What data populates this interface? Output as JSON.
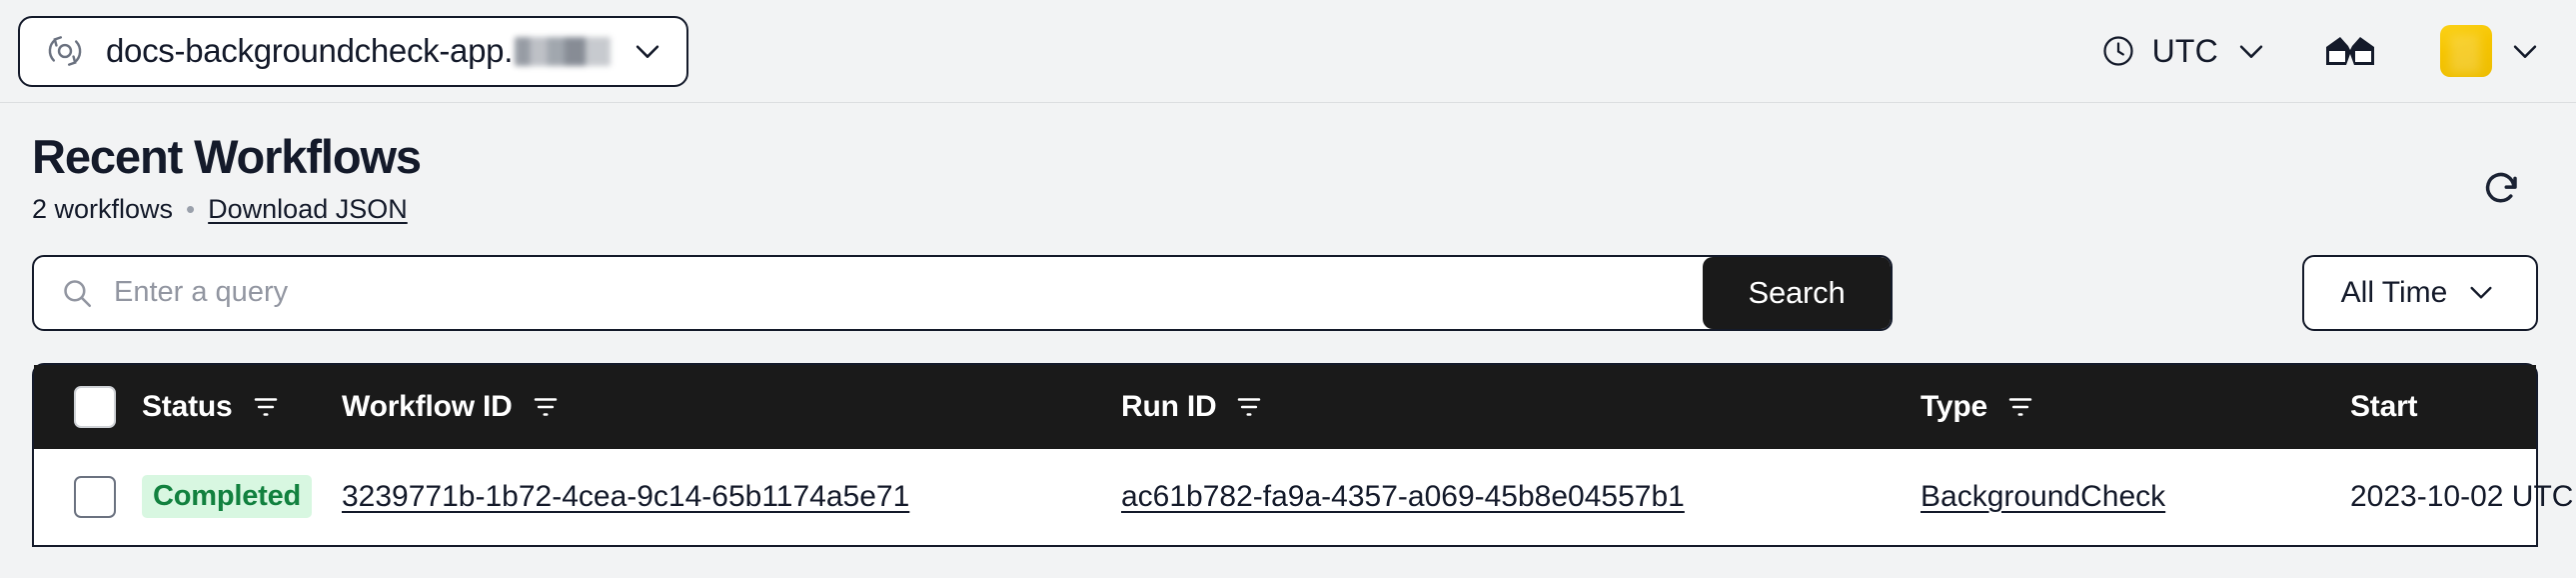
{
  "topbar": {
    "namespace_icon": "namespace-sync-icon",
    "namespace_label": "docs-backgroundcheck-app.",
    "namespace_redacted": true,
    "timezone_icon": "clock-icon",
    "timezone_label": "UTC",
    "glasses_icon": "3d-glasses-icon",
    "avatar_icon": "user-avatar",
    "avatar_color": "#f5c400",
    "caret_icon": "chevron-down-icon"
  },
  "header": {
    "title": "Recent Workflows",
    "count_label": "2 workflows",
    "separator": "•",
    "download_label": "Download JSON",
    "refresh_icon": "refresh-icon"
  },
  "search": {
    "icon": "search-icon",
    "placeholder": "Enter a query",
    "value": "",
    "button_label": "Search",
    "time_filter_label": "All Time",
    "time_filter_caret": "chevron-down-icon"
  },
  "table": {
    "columns": [
      {
        "key": "check",
        "label": "",
        "filterable": false
      },
      {
        "key": "status",
        "label": "Status",
        "filterable": true
      },
      {
        "key": "wfid",
        "label": "Workflow ID",
        "filterable": true
      },
      {
        "key": "runid",
        "label": "Run ID",
        "filterable": true
      },
      {
        "key": "type",
        "label": "Type",
        "filterable": true
      },
      {
        "key": "start",
        "label": "Start",
        "filterable": false
      }
    ],
    "rows": [
      {
        "status": "Completed",
        "status_color_bg": "#d8f7e1",
        "status_color_fg": "#12813f",
        "workflow_id": "3239771b-1b72-4cea-9c14-65b1174a5e71",
        "run_id": "ac61b782-fa9a-4357-a069-45b8e04557b1",
        "type": "BackgroundCheck",
        "start": "2023-10-02 UTC"
      }
    ]
  }
}
